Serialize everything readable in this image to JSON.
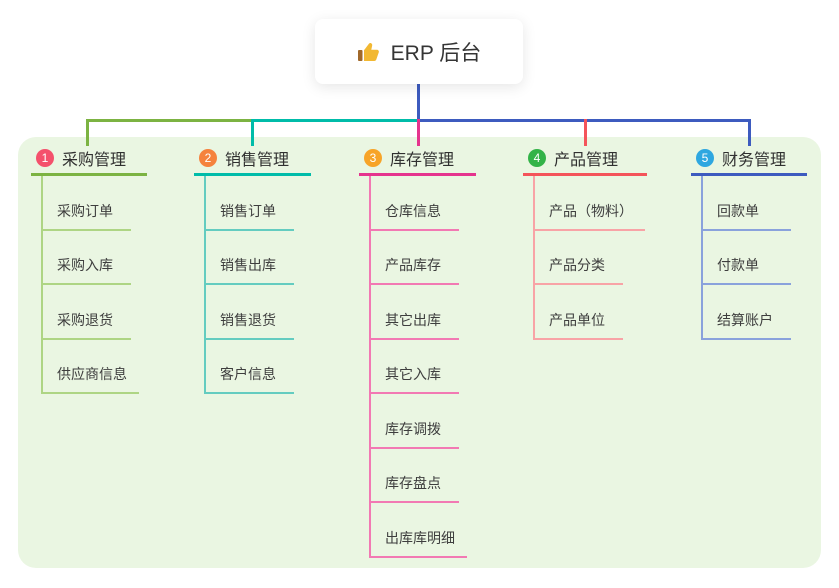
{
  "root": {
    "title": "ERP 后台",
    "icon": "thumbs-up",
    "stem_color": "#3d5bbf"
  },
  "bus": {
    "left_color": "#7cb342",
    "mid_color": "#00bca9",
    "right_color": "#3d5bbf"
  },
  "branches": [
    {
      "num": "1",
      "title": "采购管理",
      "badge_color": "#f4516c",
      "line_color": "#7cb342",
      "child_line_color": "#aed584",
      "children": [
        "采购订单",
        "采购入库",
        "采购退货",
        "供应商信息"
      ]
    },
    {
      "num": "2",
      "title": "销售管理",
      "badge_color": "#f5823d",
      "line_color": "#00bca9",
      "child_line_color": "#64ccc0",
      "children": [
        "销售订单",
        "销售出库",
        "销售退货",
        "客户信息"
      ]
    },
    {
      "num": "3",
      "title": "库存管理",
      "badge_color": "#f7a428",
      "line_color": "#e5348e",
      "child_line_color": "#f279b3",
      "children": [
        "仓库信息",
        "产品库存",
        "其它出库",
        "其它入库",
        "库存调拨",
        "库存盘点",
        "出库库明细"
      ]
    },
    {
      "num": "4",
      "title": "产品管理",
      "badge_color": "#33b348",
      "line_color": "#f4545a",
      "child_line_color": "#f8a3a6",
      "children": [
        "产品（物料）",
        "产品分类",
        "产品单位"
      ]
    },
    {
      "num": "5",
      "title": "财务管理",
      "badge_color": "#2ea7e0",
      "line_color": "#3d5bbf",
      "child_line_color": "#8aa2dc",
      "children": [
        "回款单",
        "付款单",
        "结算账户"
      ]
    }
  ],
  "colors": {
    "panel_bg": "#eaf6e2",
    "page_bg": "#ffffff",
    "icon_gold": "#f2b832",
    "icon_sleeve": "#a0682a"
  }
}
